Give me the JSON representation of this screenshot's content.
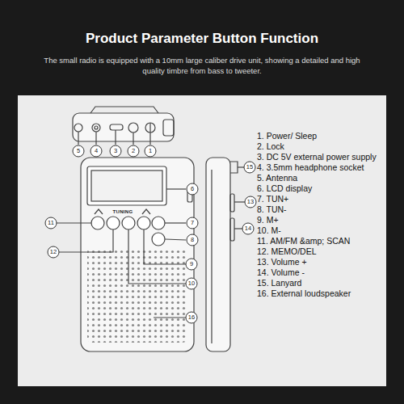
{
  "diagram": {
    "title": "Product Parameter Button Function",
    "caption": "The small radio is equipped with a 10mm large caliber drive unit, showing a detailed and high quality timbre from bass to tweeter.",
    "labels": [
      "5",
      "4",
      "3",
      "2",
      "1",
      "6",
      "TUNING",
      "11",
      "7",
      "8",
      "12",
      "9",
      "10",
      "16",
      "15",
      "13",
      "14",
      "1. Power/ Sleep",
      "2. Lock",
      "3. DC 5V external power supply",
      "4. 3.5mm headphone socket",
      "5. Antenna",
      "6. LCD display",
      "7. TUN+",
      "8. TUN-",
      "9. M+",
      "10. M-",
      "11. AM/FM &amp; SCAN",
      "12. MEMO/DEL",
      "13. Volume +",
      "14. Volume -",
      "15. Lanyard",
      "16. External loudspeaker"
    ]
  }
}
